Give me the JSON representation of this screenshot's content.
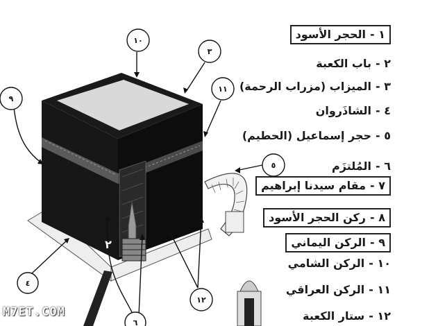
{
  "legend": [
    {
      "num": "١ -",
      "label": "الحجر الأسود",
      "boxed": true
    },
    {
      "num": "٢ -",
      "label": "باب الكعبة",
      "boxed": false
    },
    {
      "num": "٣ -",
      "label": "الميزاب (مزراب الرحمة)",
      "boxed": false
    },
    {
      "num": "٤ -",
      "label": "الشاذَروان",
      "boxed": false
    },
    {
      "num": "٥ -",
      "label": "حجر إسماعيل (الحطيم)",
      "boxed": false
    },
    {
      "num": "٦ -",
      "label": "المُلتزَم",
      "boxed": false
    },
    {
      "num": "٧ -",
      "label": "مقام سيدنا إبراهيم",
      "boxed": true
    },
    {
      "num": "٨ -",
      "label": "ركن الحجر الأسود",
      "boxed": true
    },
    {
      "num": "٩ -",
      "label": "الركن اليماني",
      "boxed": true
    },
    {
      "num": "١٠ -",
      "label": "الركن الشامي",
      "boxed": false
    },
    {
      "num": "١١ -",
      "label": "الركن العراقي",
      "boxed": false
    },
    {
      "num": "١٢ -",
      "label": "ستار الكعبة",
      "boxed": false
    }
  ],
  "callouts": {
    "c10": "١٠",
    "c3": "٣",
    "c11": "١١",
    "c9": "٩",
    "c5": "٥",
    "c4": "٤",
    "c6": "٦",
    "c12": "١٢",
    "c2": "٢"
  },
  "watermark": "M7ET.COM",
  "colors": {
    "cube_dark": "#141414",
    "roof": "#d9d9d9",
    "band": "#5a5a5a"
  }
}
